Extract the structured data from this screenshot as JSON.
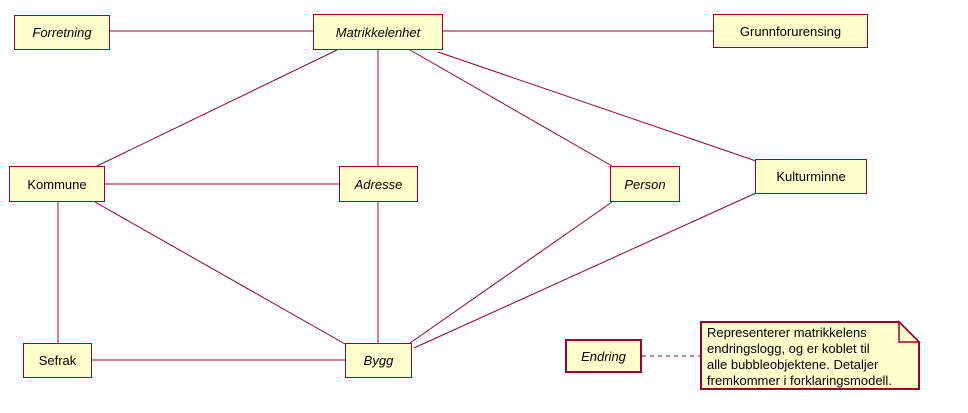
{
  "colors": {
    "background": "#ffffff",
    "box_fill": "#ffffcc",
    "box_border": "#990033",
    "connector": "#990033",
    "text": "#000000"
  },
  "nodes": [
    {
      "label": "Forretning",
      "italic": true
    },
    {
      "label": "Matrikkelenhet",
      "italic": true
    },
    {
      "label": "Grunnforurensing",
      "italic": false
    },
    {
      "label": "Kommune",
      "italic": false
    },
    {
      "label": "Adresse",
      "italic": true
    },
    {
      "label": "Person",
      "italic": true
    },
    {
      "label": "Kulturminne",
      "italic": false
    },
    {
      "label": "Sefrak",
      "italic": false
    },
    {
      "label": "Bygg",
      "italic": true
    },
    {
      "label": "Endring",
      "italic": true
    }
  ],
  "edges": [
    {
      "from": "Forretning",
      "to": "Matrikkelenhet",
      "style": "solid"
    },
    {
      "from": "Matrikkelenhet",
      "to": "Grunnforurensing",
      "style": "solid"
    },
    {
      "from": "Matrikkelenhet",
      "to": "Kommune",
      "style": "solid"
    },
    {
      "from": "Matrikkelenhet",
      "to": "Adresse",
      "style": "solid"
    },
    {
      "from": "Matrikkelenhet",
      "to": "Person",
      "style": "solid"
    },
    {
      "from": "Matrikkelenhet",
      "to": "Kulturminne",
      "style": "solid"
    },
    {
      "from": "Kommune",
      "to": "Adresse",
      "style": "solid"
    },
    {
      "from": "Kommune",
      "to": "Sefrak",
      "style": "solid"
    },
    {
      "from": "Kommune",
      "to": "Bygg",
      "style": "solid"
    },
    {
      "from": "Sefrak",
      "to": "Bygg",
      "style": "solid"
    },
    {
      "from": "Adresse",
      "to": "Bygg",
      "style": "solid"
    },
    {
      "from": "Bygg",
      "to": "Person",
      "style": "solid"
    },
    {
      "from": "Bygg",
      "to": "Kulturminne",
      "style": "solid"
    },
    {
      "from": "Endring",
      "to": "note",
      "style": "dashed"
    }
  ],
  "note": {
    "lines": [
      "Representerer matrikkelens",
      "endringslogg, og er koblet til",
      "alle bubbleobjektene. Detaljer",
      "fremkommer i forklaringsmodell."
    ]
  }
}
